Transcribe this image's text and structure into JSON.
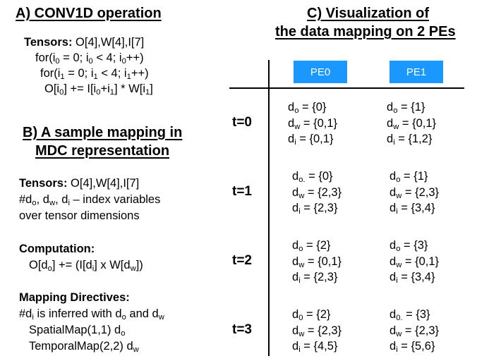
{
  "section_a": {
    "title": "A) CONV1D operation",
    "tensors_label": "Tensors:",
    "tensors_value": " O[4],W[4],I[7]",
    "loop0_prefix": "for(i",
    "loop0_mid1": " = 0; i",
    "loop0_mid2": " < 4; i",
    "loop0_suffix": "++)",
    "loop1_prefix": "for(i",
    "loop1_mid1": " = 0; i",
    "loop1_mid2": " < 4; i",
    "loop1_suffix": "++)",
    "stmt_a": "O[i",
    "stmt_b": "] += I[i",
    "stmt_c": "+i",
    "stmt_d": "] * W[i",
    "stmt_e": "]",
    "sub0": "0",
    "sub1": "1"
  },
  "section_b": {
    "title_line1": "B) A sample mapping in",
    "title_line2": "MDC representation",
    "tensors_label": "Tensors:",
    "tensors_value": " O[4],W[4],I[7]",
    "idx_a": "#d",
    "idx_b": ", d",
    "idx_c": ", d",
    "idx_d": " – index variables",
    "idx_line2": "over tensor dimensions",
    "computation_label": "Computation:",
    "comp_a": "O[d",
    "comp_b": "] += (I[d",
    "comp_c": "] x W[d",
    "comp_d": "])",
    "directives_label": "Mapping Directives:",
    "dir_a": "#d",
    "dir_b": " is inferred with d",
    "dir_c": " and d",
    "spatial_a": "SpatialMap(1,1) d",
    "temporal_a": "TemporalMap(2,2) d",
    "sub_o": "o",
    "sub_w": "w",
    "sub_i": "i"
  },
  "section_c": {
    "title_line1": "C) Visualization of",
    "title_line2": "the data mapping on 2 PEs",
    "pe_labels": [
      "PE0",
      "PE1"
    ],
    "rows": [
      {
        "time": "t=0",
        "pe0": {
          "o_sub": "o",
          "o": " = {0}",
          "w": " = {0,1}",
          "i": "  = {0,1}"
        },
        "pe1": {
          "o_sub": "o",
          "o": " = {1}",
          "w": " = {0,1}",
          "i": "  = {1,2}"
        }
      },
      {
        "time": "t=1",
        "pe0": {
          "o_sub": "o.",
          "o": " = {0}",
          "w": " = {2,3}",
          "i": "  = {2,3}"
        },
        "pe1": {
          "o_sub": "o",
          "o": " = {1}",
          "w": " = {2,3}",
          "i": "  = {3,4}"
        }
      },
      {
        "time": "t=2",
        "pe0": {
          "o_sub": "o",
          "o": " = {2}",
          "w": " = {0,1}",
          "i": "  = {2,3}"
        },
        "pe1": {
          "o_sub": "o",
          "o": " = {3}",
          "w": " = {0,1}",
          "i": "  = {3,4}"
        }
      },
      {
        "time": "t=3",
        "pe0": {
          "o_sub": "0",
          "o": " = {2}",
          "w": " = {2,3}",
          "i": "  = {4,5}"
        },
        "pe1": {
          "o_sub": "0.",
          "o": " = {3}",
          "w": " = {2,3}",
          "i": "  = {5,6}"
        }
      }
    ]
  }
}
